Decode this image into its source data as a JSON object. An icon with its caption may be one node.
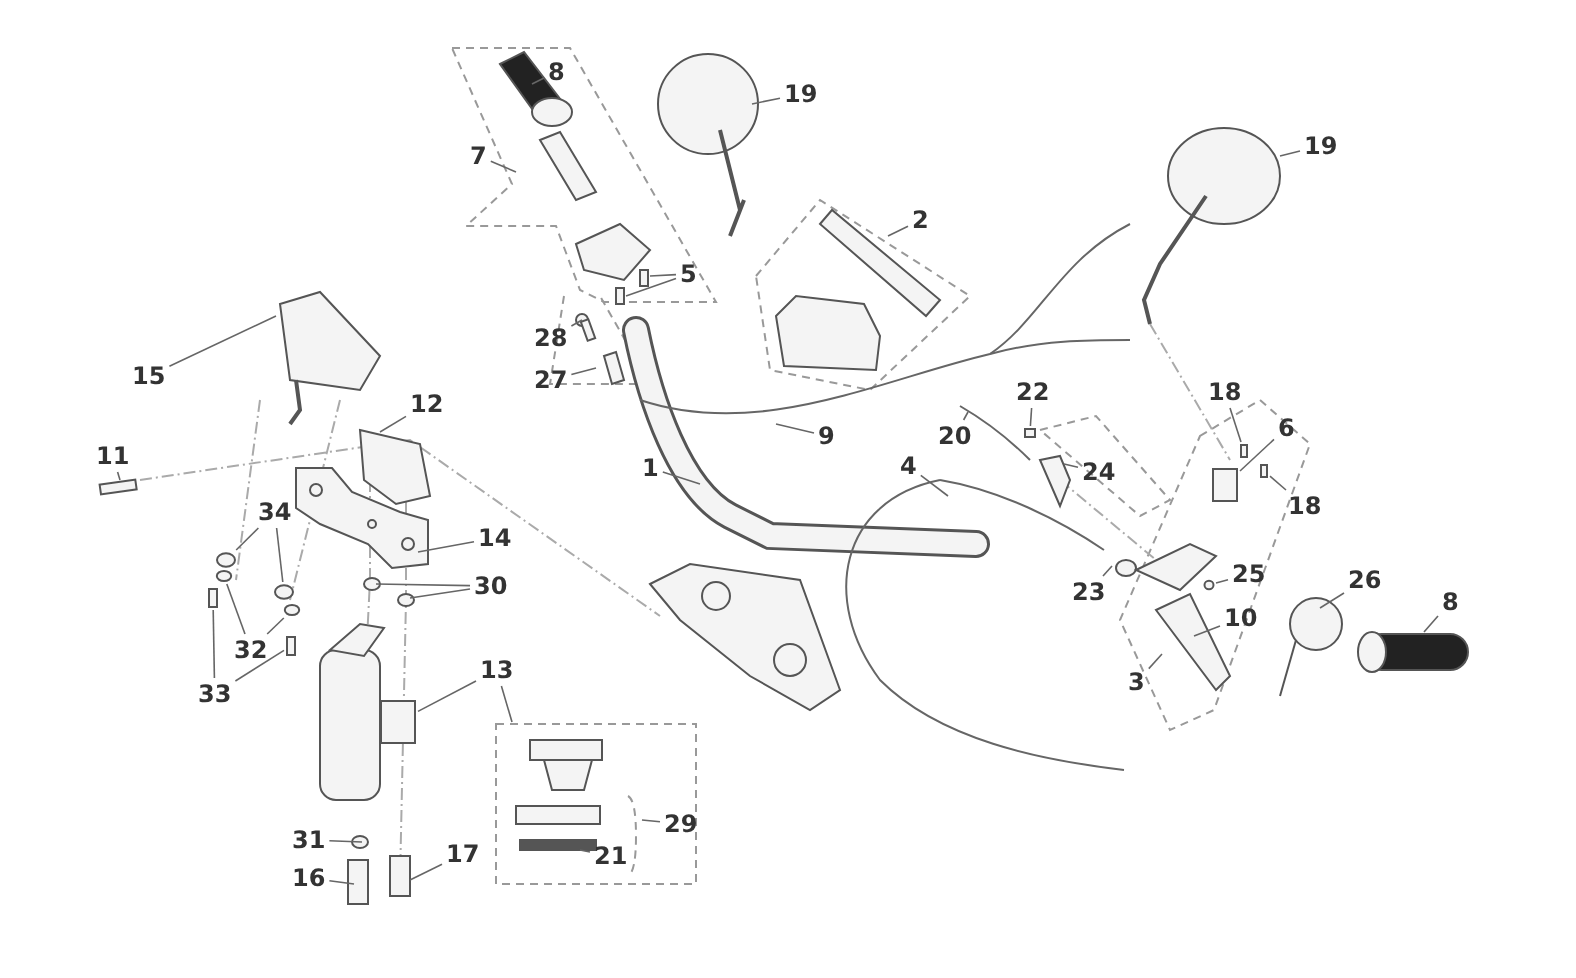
{
  "diagram": {
    "nodes": [
      {
        "text": [
          "8"
        ]
      },
      {
        "text": [
          "19"
        ]
      },
      {
        "text": [
          "7"
        ]
      },
      {
        "text": [
          "2"
        ]
      },
      {
        "text": [
          "19"
        ]
      },
      {
        "text": [
          "5"
        ]
      },
      {
        "text": [
          "28"
        ]
      },
      {
        "text": [
          "27"
        ]
      },
      {
        "text": [
          "15"
        ]
      },
      {
        "text": [
          "12"
        ]
      },
      {
        "text": [
          "9"
        ]
      },
      {
        "text": [
          "22"
        ]
      },
      {
        "text": [
          "20"
        ]
      },
      {
        "text": [
          "18"
        ]
      },
      {
        "text": [
          "6"
        ]
      },
      {
        "text": [
          "11"
        ]
      },
      {
        "text": [
          "1"
        ]
      },
      {
        "text": [
          "4"
        ]
      },
      {
        "text": [
          "24"
        ]
      },
      {
        "text": [
          "18"
        ]
      },
      {
        "text": [
          "14"
        ]
      },
      {
        "text": [
          "34"
        ]
      },
      {
        "text": [
          "25"
        ]
      },
      {
        "text": [
          "26"
        ]
      },
      {
        "text": [
          "30"
        ]
      },
      {
        "text": [
          "23"
        ]
      },
      {
        "text": [
          "10"
        ]
      },
      {
        "text": [
          "8"
        ]
      },
      {
        "text": [
          "32"
        ]
      },
      {
        "text": [
          "3"
        ]
      },
      {
        "text": [
          "33"
        ]
      },
      {
        "text": [
          "13"
        ]
      },
      {
        "text": [
          "29"
        ]
      },
      {
        "text": [
          "31"
        ]
      },
      {
        "text": [
          "21"
        ]
      },
      {
        "text": [
          "16"
        ]
      },
      {
        "text": [
          "17"
        ]
      },
      {
        "text": [],
        "shape": "circle"
      },
      {
        "text": [],
        "shape": "circle"
      },
      {
        "text": [],
        "shape": "circle"
      },
      {
        "text": [],
        "shape": "circle"
      },
      {
        "text": [],
        "shape": "box"
      },
      {
        "text": [],
        "shape": "box"
      },
      {
        "text": [],
        "shape": "box"
      },
      {
        "text": [],
        "shape": "box"
      },
      {
        "text": [],
        "shape": "box"
      },
      {
        "text": [],
        "shape": "box"
      },
      {
        "text": [],
        "shape": "box"
      },
      {
        "text": [],
        "shape": "circle"
      }
    ],
    "edges": [
      {
        "from": 0,
        "to": null,
        "arrow": "none"
      },
      {
        "from": 1,
        "to": null,
        "arrow": "none"
      },
      {
        "from": 2,
        "to": null,
        "arrow": "none"
      },
      {
        "from": 3,
        "to": null,
        "arrow": "none"
      },
      {
        "from": 4,
        "to": null,
        "arrow": "none"
      },
      {
        "from": 5,
        "to": null,
        "arrow": "none"
      },
      {
        "from": 5,
        "to": null,
        "arrow": "none"
      },
      {
        "from": 6,
        "to": null,
        "arrow": "none"
      },
      {
        "from": 7,
        "to": null,
        "arrow": "none"
      },
      {
        "from": 8,
        "to": null,
        "arrow": "none"
      },
      {
        "from": 9,
        "to": null,
        "arrow": "none"
      },
      {
        "from": 10,
        "to": null,
        "arrow": "none"
      },
      {
        "from": 11,
        "to": 46,
        "arrow": "none"
      },
      {
        "from": 12,
        "to": null,
        "arrow": "none"
      },
      {
        "from": 13,
        "to": 43,
        "arrow": "none"
      },
      {
        "from": 14,
        "to": 45,
        "arrow": "none"
      },
      {
        "from": 15,
        "to": null,
        "arrow": "none"
      },
      {
        "from": 16,
        "to": null,
        "arrow": "none"
      },
      {
        "from": 17,
        "to": null,
        "arrow": "none"
      },
      {
        "from": 18,
        "to": null,
        "arrow": "none"
      },
      {
        "from": 19,
        "to": 44,
        "arrow": "none"
      },
      {
        "from": 20,
        "to": null,
        "arrow": "none"
      },
      {
        "from": 21,
        "to": 37,
        "arrow": "none"
      },
      {
        "from": 21,
        "to": 38,
        "arrow": "none"
      },
      {
        "from": 22,
        "to": 48,
        "arrow": "none"
      },
      {
        "from": 23,
        "to": null,
        "arrow": "none"
      },
      {
        "from": 24,
        "to": null,
        "arrow": "none"
      },
      {
        "from": 24,
        "to": null,
        "arrow": "none"
      },
      {
        "from": 25,
        "to": null,
        "arrow": "none"
      },
      {
        "from": 26,
        "to": null,
        "arrow": "none"
      },
      {
        "from": 27,
        "to": null,
        "arrow": "none"
      },
      {
        "from": 28,
        "to": 39,
        "arrow": "none"
      },
      {
        "from": 28,
        "to": 40,
        "arrow": "none"
      },
      {
        "from": 29,
        "to": null,
        "arrow": "none"
      },
      {
        "from": 30,
        "to": 41,
        "arrow": "none"
      },
      {
        "from": 30,
        "to": 42,
        "arrow": "none"
      },
      {
        "from": 31,
        "to": 47,
        "arrow": "none"
      },
      {
        "from": 31,
        "to": null,
        "arrow": "none"
      },
      {
        "from": 32,
        "to": null,
        "arrow": "none"
      },
      {
        "from": 33,
        "to": null,
        "arrow": "none"
      },
      {
        "from": 34,
        "to": null,
        "arrow": "none"
      },
      {
        "from": 35,
        "to": null,
        "arrow": "none"
      },
      {
        "from": 36,
        "to": null,
        "arrow": "none"
      }
    ]
  }
}
